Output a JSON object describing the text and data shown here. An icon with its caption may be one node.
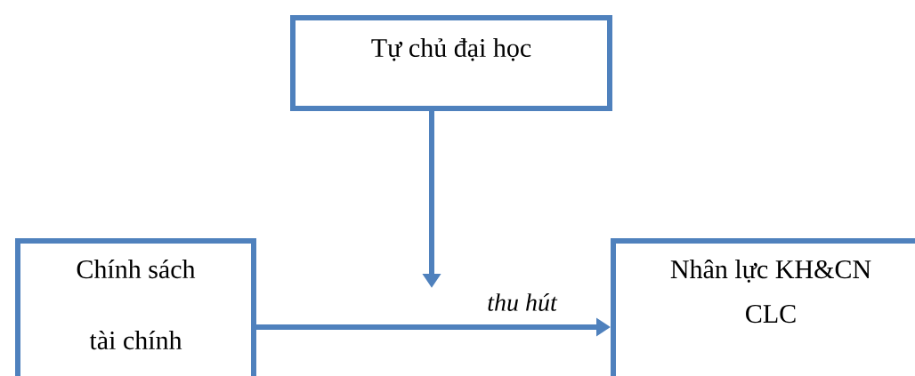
{
  "diagram": {
    "nodes": [
      {
        "text": [
          "Tự chủ đại học"
        ]
      },
      {
        "text": [
          "Chính sách tài chính"
        ]
      },
      {
        "text": [
          "Nhân lực KH&CN CLC"
        ]
      }
    ],
    "edges": [
      {
        "from": 1,
        "to": 2,
        "arrow": "to",
        "label": "thu hút"
      },
      {
        "from": 0,
        "to": null,
        "arrow": "to"
      }
    ]
  }
}
